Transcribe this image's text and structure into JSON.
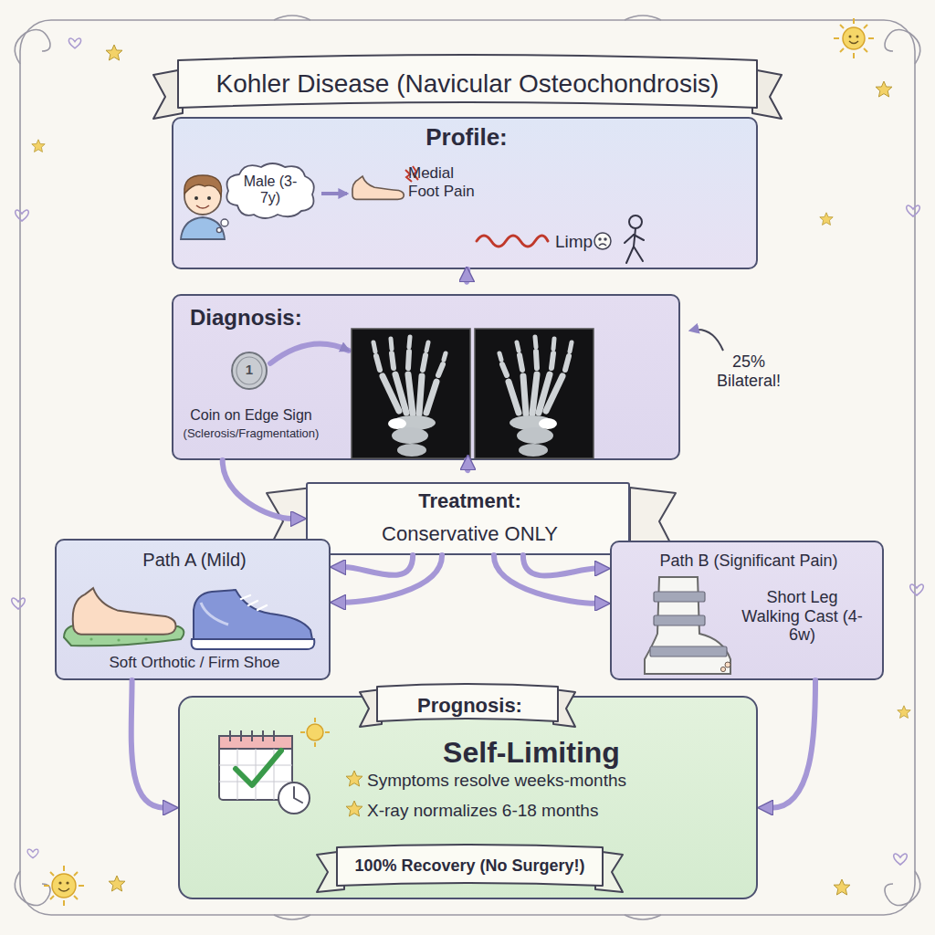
{
  "diagram": {
    "title": "Kohler Disease (Navicular Osteochondrosis)",
    "nodes": [
      {
        "text": [
          "Profile:",
          "Medial Foot Pain",
          "Limp"
        ]
      },
      {
        "text": [
          "Male (3-7y)"
        ],
        "in": 0
      },
      {
        "text": [
          "Diagnosis:",
          "Coin on Edge Sign",
          "(Sclerosis/Fragmentation)"
        ]
      },
      {
        "text": [
          "Treatment:",
          "Conservative ONLY"
        ]
      },
      {
        "text": [
          "Path A (Mild)",
          "Soft Orthotic / Firm Shoe"
        ]
      },
      {
        "text": [
          "Path B (Significant Pain)",
          "Short Leg Walking Cast (4-6w)"
        ]
      },
      {
        "text": [
          "Prognosis:",
          "Self-Limiting",
          "Symptoms resolve weeks-months",
          "X-ray normalizes 6-18 months"
        ]
      },
      {
        "text": [
          "100% Recovery (No Surgery!)"
        ],
        "in": 6
      }
    ],
    "edges": [
      {
        "from": 0,
        "to": 2,
        "arrow": "to"
      },
      {
        "from": 2,
        "to": 3,
        "arrow": "to"
      },
      {
        "from": 2,
        "to": 3,
        "arrow": "to"
      },
      {
        "from": 3,
        "to": 4,
        "arrow": "to"
      },
      {
        "from": 3,
        "to": 4,
        "arrow": "to"
      },
      {
        "from": 3,
        "to": 5,
        "arrow": "to"
      },
      {
        "from": 3,
        "to": 5,
        "arrow": "to"
      },
      {
        "from": 4,
        "to": 6,
        "arrow": "to"
      },
      {
        "from": 5,
        "to": 6,
        "arrow": "to"
      }
    ],
    "labels": [
      "1",
      "25% Bilateral!"
    ]
  }
}
